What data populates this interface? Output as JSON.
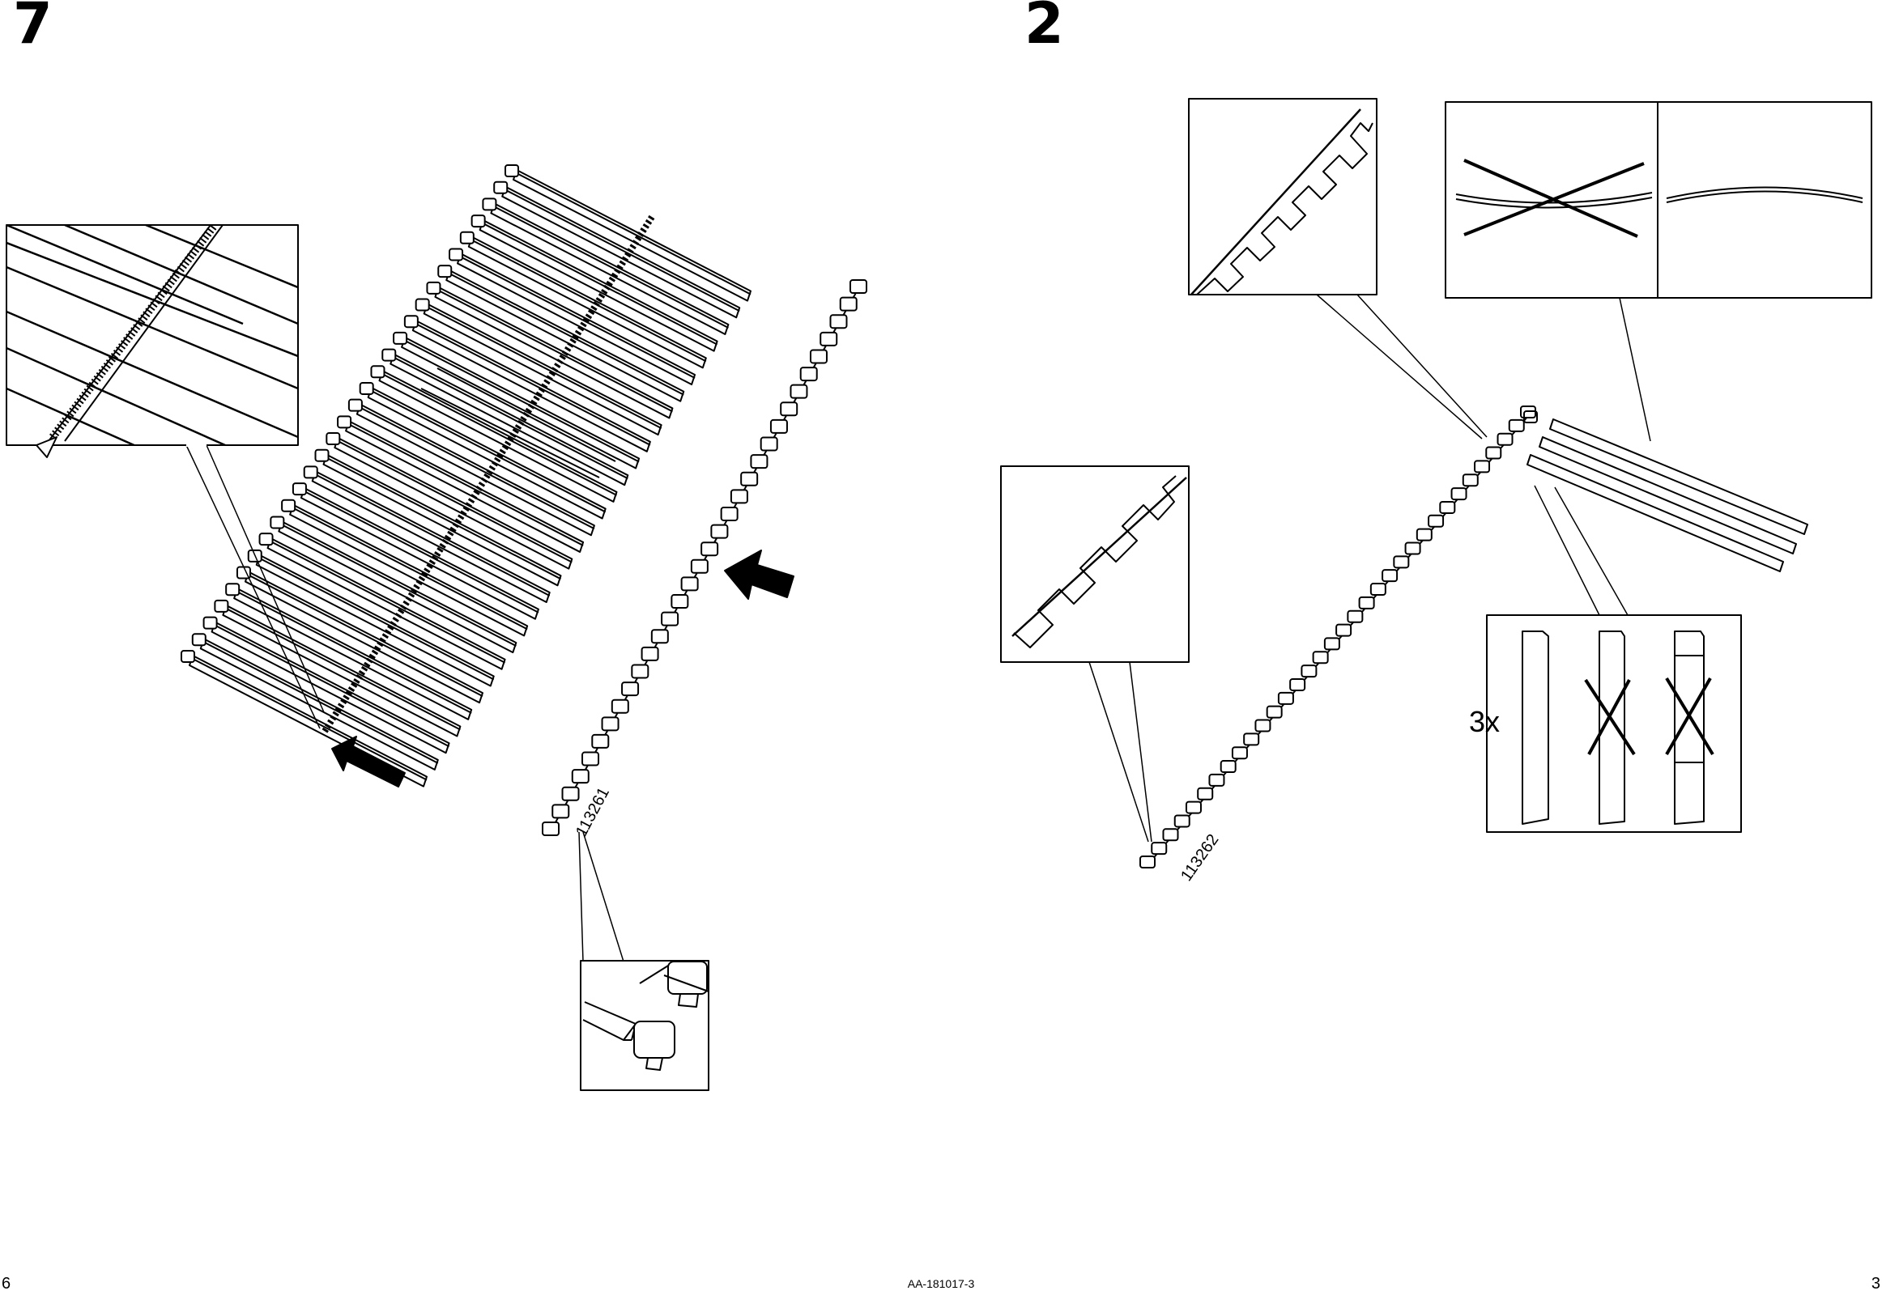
{
  "left_page": {
    "step_number": "7",
    "page_number": "6",
    "part_number": "113261"
  },
  "right_page": {
    "step_number": "2",
    "page_number": "3",
    "part_number": "113262",
    "quantity": "3x"
  },
  "footer": {
    "document_code": "AA-181017-3"
  },
  "icons": [
    "arrow-icon",
    "cross-mark-icon"
  ]
}
